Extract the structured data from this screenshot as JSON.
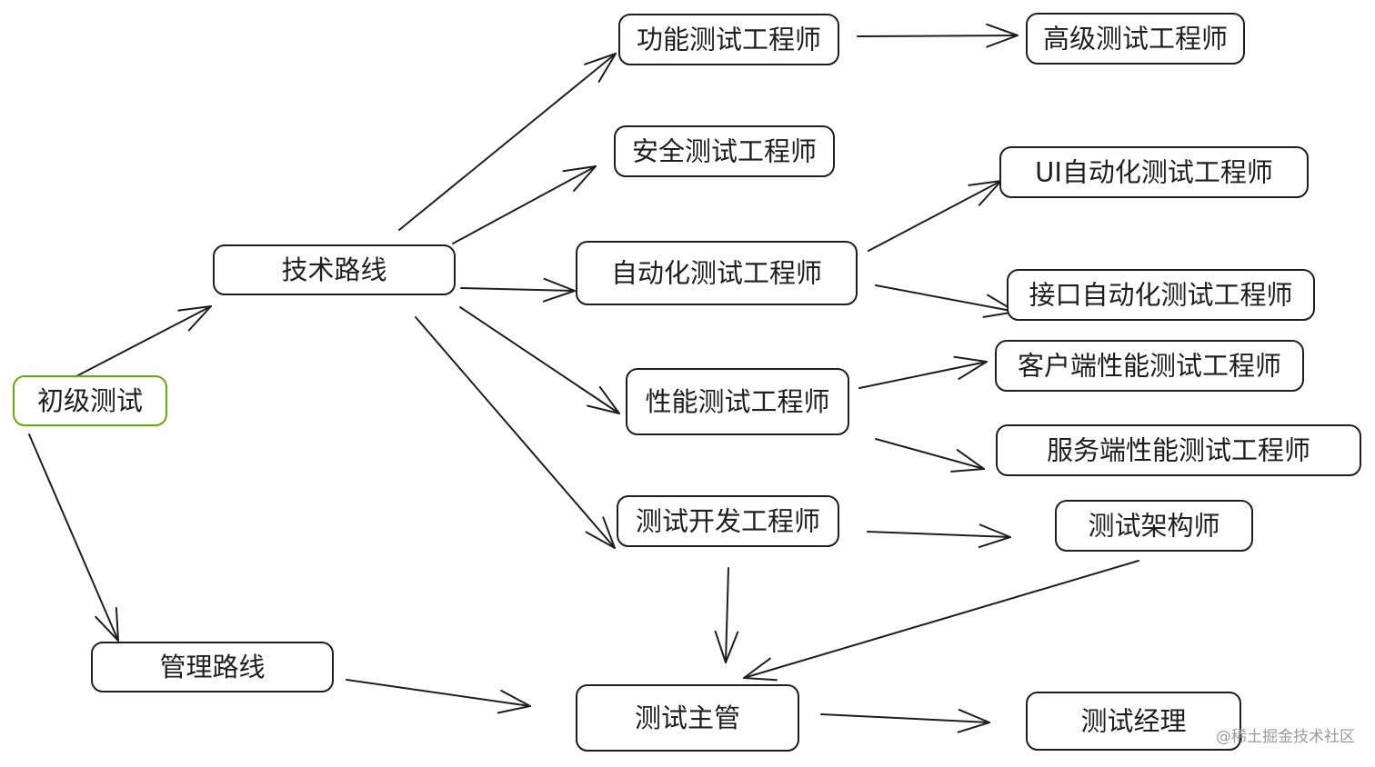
{
  "nodes": [
    {
      "id": "n-junior",
      "label": "初级测试",
      "start": true
    },
    {
      "id": "n-tech",
      "label": "技术路线"
    },
    {
      "id": "n-mgmt",
      "label": "管理路线"
    },
    {
      "id": "n-func",
      "label": "功能测试工程师"
    },
    {
      "id": "n-senior",
      "label": "高级测试工程师"
    },
    {
      "id": "n-security",
      "label": "安全测试工程师"
    },
    {
      "id": "n-ui",
      "label": "UI自动化测试工程师"
    },
    {
      "id": "n-auto",
      "label": "自动化测试工程师"
    },
    {
      "id": "n-api",
      "label": "接口自动化测试工程师"
    },
    {
      "id": "n-client-perf",
      "label": "客户端性能测试工程师"
    },
    {
      "id": "n-perf",
      "label": "性能测试工程师"
    },
    {
      "id": "n-server-perf",
      "label": "服务端性能测试工程师"
    },
    {
      "id": "n-dev",
      "label": "测试开发工程师"
    },
    {
      "id": "n-arch",
      "label": "测试架构师"
    },
    {
      "id": "n-lead",
      "label": "测试主管"
    },
    {
      "id": "n-manager",
      "label": "测试经理"
    }
  ],
  "edges": [
    {
      "from": "n-junior",
      "to": "n-tech"
    },
    {
      "from": "n-junior",
      "to": "n-mgmt"
    },
    {
      "from": "n-tech",
      "to": "n-func"
    },
    {
      "from": "n-tech",
      "to": "n-security"
    },
    {
      "from": "n-tech",
      "to": "n-auto"
    },
    {
      "from": "n-tech",
      "to": "n-perf"
    },
    {
      "from": "n-tech",
      "to": "n-dev"
    },
    {
      "from": "n-func",
      "to": "n-senior"
    },
    {
      "from": "n-auto",
      "to": "n-ui"
    },
    {
      "from": "n-auto",
      "to": "n-api"
    },
    {
      "from": "n-perf",
      "to": "n-client-perf"
    },
    {
      "from": "n-perf",
      "to": "n-server-perf"
    },
    {
      "from": "n-dev",
      "to": "n-arch"
    },
    {
      "from": "n-dev",
      "to": "n-lead"
    },
    {
      "from": "n-arch",
      "to": "n-lead"
    },
    {
      "from": "n-mgmt",
      "to": "n-lead"
    },
    {
      "from": "n-lead",
      "to": "n-manager"
    }
  ],
  "colors": {
    "stroke": "#1e1e1e",
    "start_node_stroke": "#66a80f",
    "watermark": "#9a9a9a"
  },
  "watermark": "@稀土掘金技术社区"
}
